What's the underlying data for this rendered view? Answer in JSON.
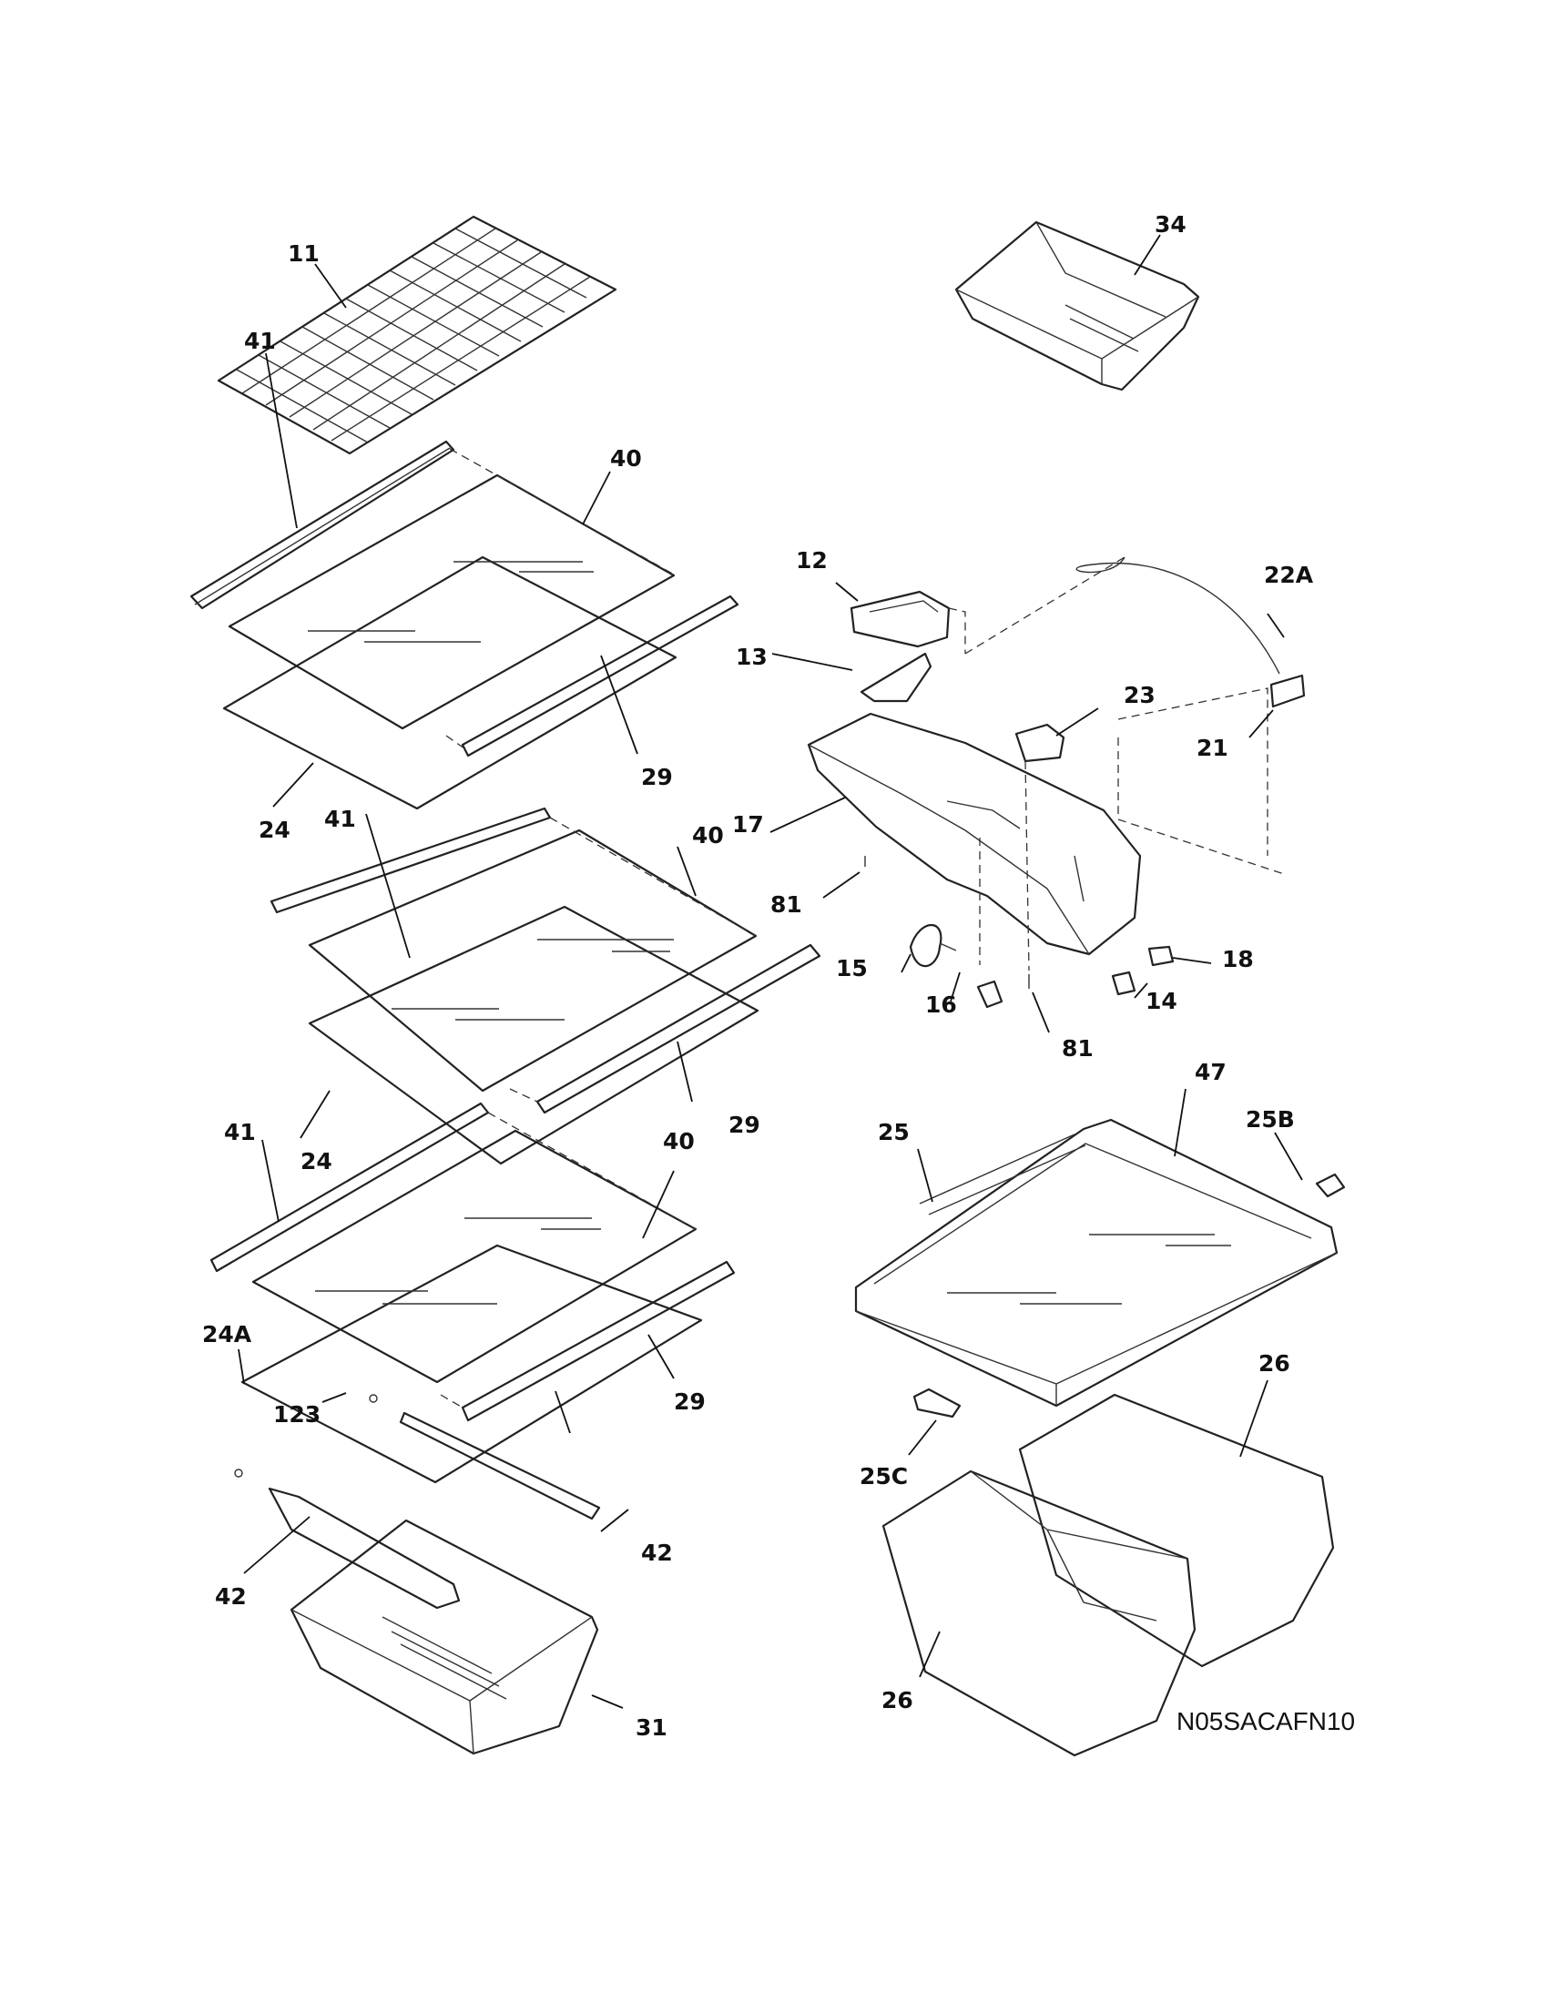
{
  "diagram_code": "N05SACAFN10",
  "callouts": [
    {
      "id": "c11",
      "text": "11"
    },
    {
      "id": "c34",
      "text": "34"
    },
    {
      "id": "c41a",
      "text": "41"
    },
    {
      "id": "c40a",
      "text": "40"
    },
    {
      "id": "c29a",
      "text": "29"
    },
    {
      "id": "c24a",
      "text": "24"
    },
    {
      "id": "c41b",
      "text": "41"
    },
    {
      "id": "c40b",
      "text": "40"
    },
    {
      "id": "c29b",
      "text": "29"
    },
    {
      "id": "c24b",
      "text": "24"
    },
    {
      "id": "c41c",
      "text": "41"
    },
    {
      "id": "c40c",
      "text": "40"
    },
    {
      "id": "c29c",
      "text": "29"
    },
    {
      "id": "c24A",
      "text": "24A"
    },
    {
      "id": "c123",
      "text": "123"
    },
    {
      "id": "c42a",
      "text": "42"
    },
    {
      "id": "c42b",
      "text": "42"
    },
    {
      "id": "c31",
      "text": "31"
    },
    {
      "id": "c12",
      "text": "12"
    },
    {
      "id": "c13",
      "text": "13"
    },
    {
      "id": "c22A",
      "text": "22A"
    },
    {
      "id": "c23",
      "text": "23"
    },
    {
      "id": "c21",
      "text": "21"
    },
    {
      "id": "c17",
      "text": "17"
    },
    {
      "id": "c81a",
      "text": "81"
    },
    {
      "id": "c15",
      "text": "15"
    },
    {
      "id": "c16",
      "text": "16"
    },
    {
      "id": "c81b",
      "text": "81"
    },
    {
      "id": "c14",
      "text": "14"
    },
    {
      "id": "c18",
      "text": "18"
    },
    {
      "id": "c47",
      "text": "47"
    },
    {
      "id": "c25",
      "text": "25"
    },
    {
      "id": "c25B",
      "text": "25B"
    },
    {
      "id": "c25C",
      "text": "25C"
    },
    {
      "id": "c26a",
      "text": "26"
    },
    {
      "id": "c26b",
      "text": "26"
    }
  ]
}
